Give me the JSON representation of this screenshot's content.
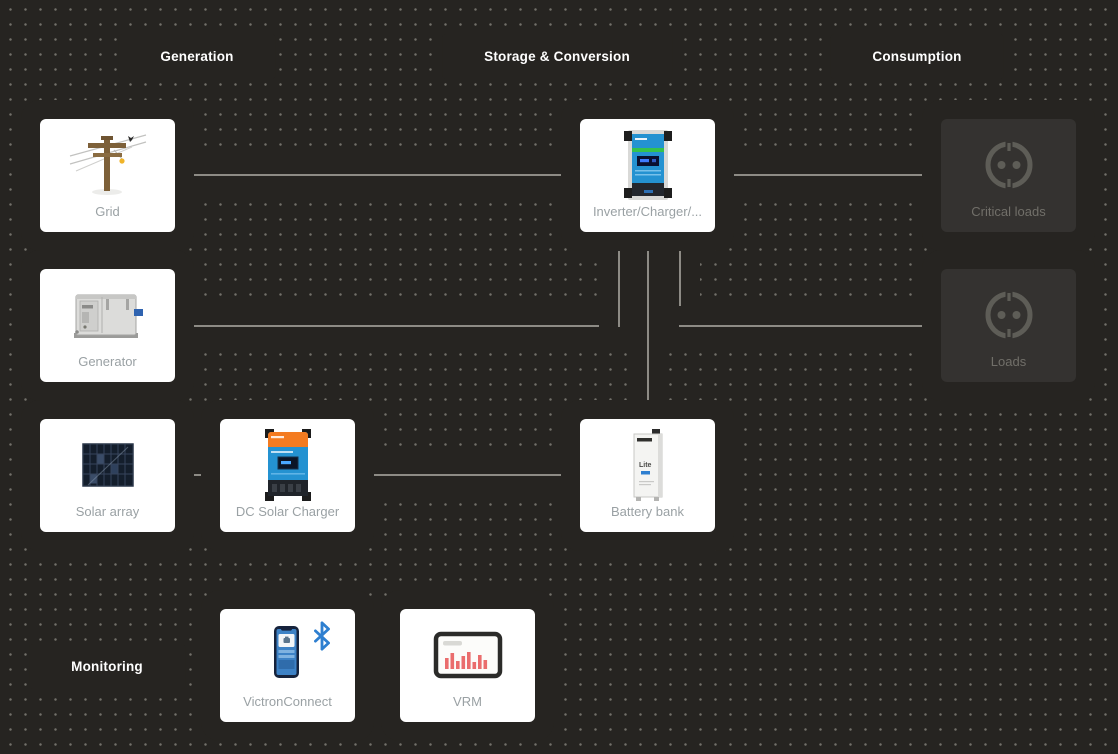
{
  "headers": {
    "generation": "Generation",
    "storage": "Storage & Conversion",
    "consumption": "Consumption",
    "monitoring": "Monitoring"
  },
  "nodes": {
    "grid": {
      "label": "Grid",
      "icon": "utility-pole-icon"
    },
    "generator": {
      "label": "Generator",
      "icon": "generator-icon"
    },
    "solar_array": {
      "label": "Solar array",
      "icon": "solar-panel-icon"
    },
    "dc_solar_charger": {
      "label": "DC Solar Charger",
      "icon": "mppt-charger-icon"
    },
    "inverter": {
      "label": "Inverter/Charger/...",
      "icon": "inverter-charger-icon"
    },
    "battery_bank": {
      "label": "Battery bank",
      "icon": "battery-icon"
    },
    "critical_loads": {
      "label": "Critical loads",
      "icon": "power-socket-icon"
    },
    "loads": {
      "label": "Loads",
      "icon": "power-socket-icon"
    },
    "victronconnect": {
      "label": "VictronConnect",
      "icon": "smartphone-icon + bluetooth-icon"
    },
    "vrm": {
      "label": "VRM",
      "icon": "bar-chart-screen-icon"
    }
  },
  "battery_device_text": "Lite",
  "connections": [
    "grid - inverter",
    "inverter - critical_loads",
    "generator - inverter",
    "inverter - loads",
    "inverter - battery_bank",
    "solar_array - dc_solar_charger",
    "dc_solar_charger - battery_bank"
  ],
  "colors": {
    "background": "#262421",
    "dot": "#72706a",
    "connector": "#8d8b85",
    "card_bg": "#ffffff",
    "card_label": "#9aa1a4",
    "muted_card_bg": "#343230",
    "muted_label": "#716f69",
    "header_text": "#ffffff",
    "victron_blue": "#2492d1",
    "victron_orange": "#f47b20",
    "bluetooth_blue": "#2e7fd0",
    "vrm_bar_red": "#ea6d6d"
  }
}
